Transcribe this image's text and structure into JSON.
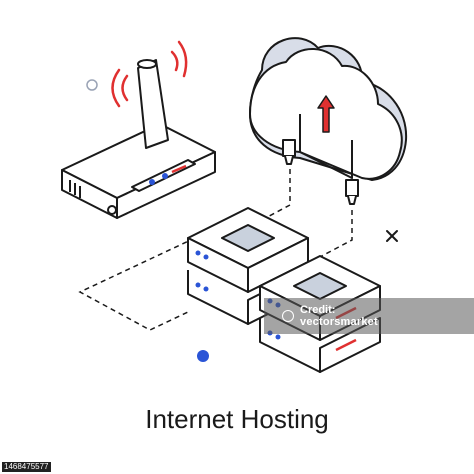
{
  "caption": "Internet Hosting",
  "watermark": {
    "line1": "Credit: ",
    "line2": "vectorsmarket"
  },
  "stock_id": "1468475577",
  "colors": {
    "outline": "#1a1a1a",
    "accent_red": "#e03030",
    "accent_blue": "#2a54d6",
    "screen_fill": "#c9d1dd",
    "cloud_side": "#d8dde8"
  },
  "icons": [
    "router-icon",
    "wifi-signal-icon",
    "cloud-upload-icon",
    "server-stack-icon",
    "cross-sparkle-icon",
    "circle-sparkle-icon"
  ]
}
